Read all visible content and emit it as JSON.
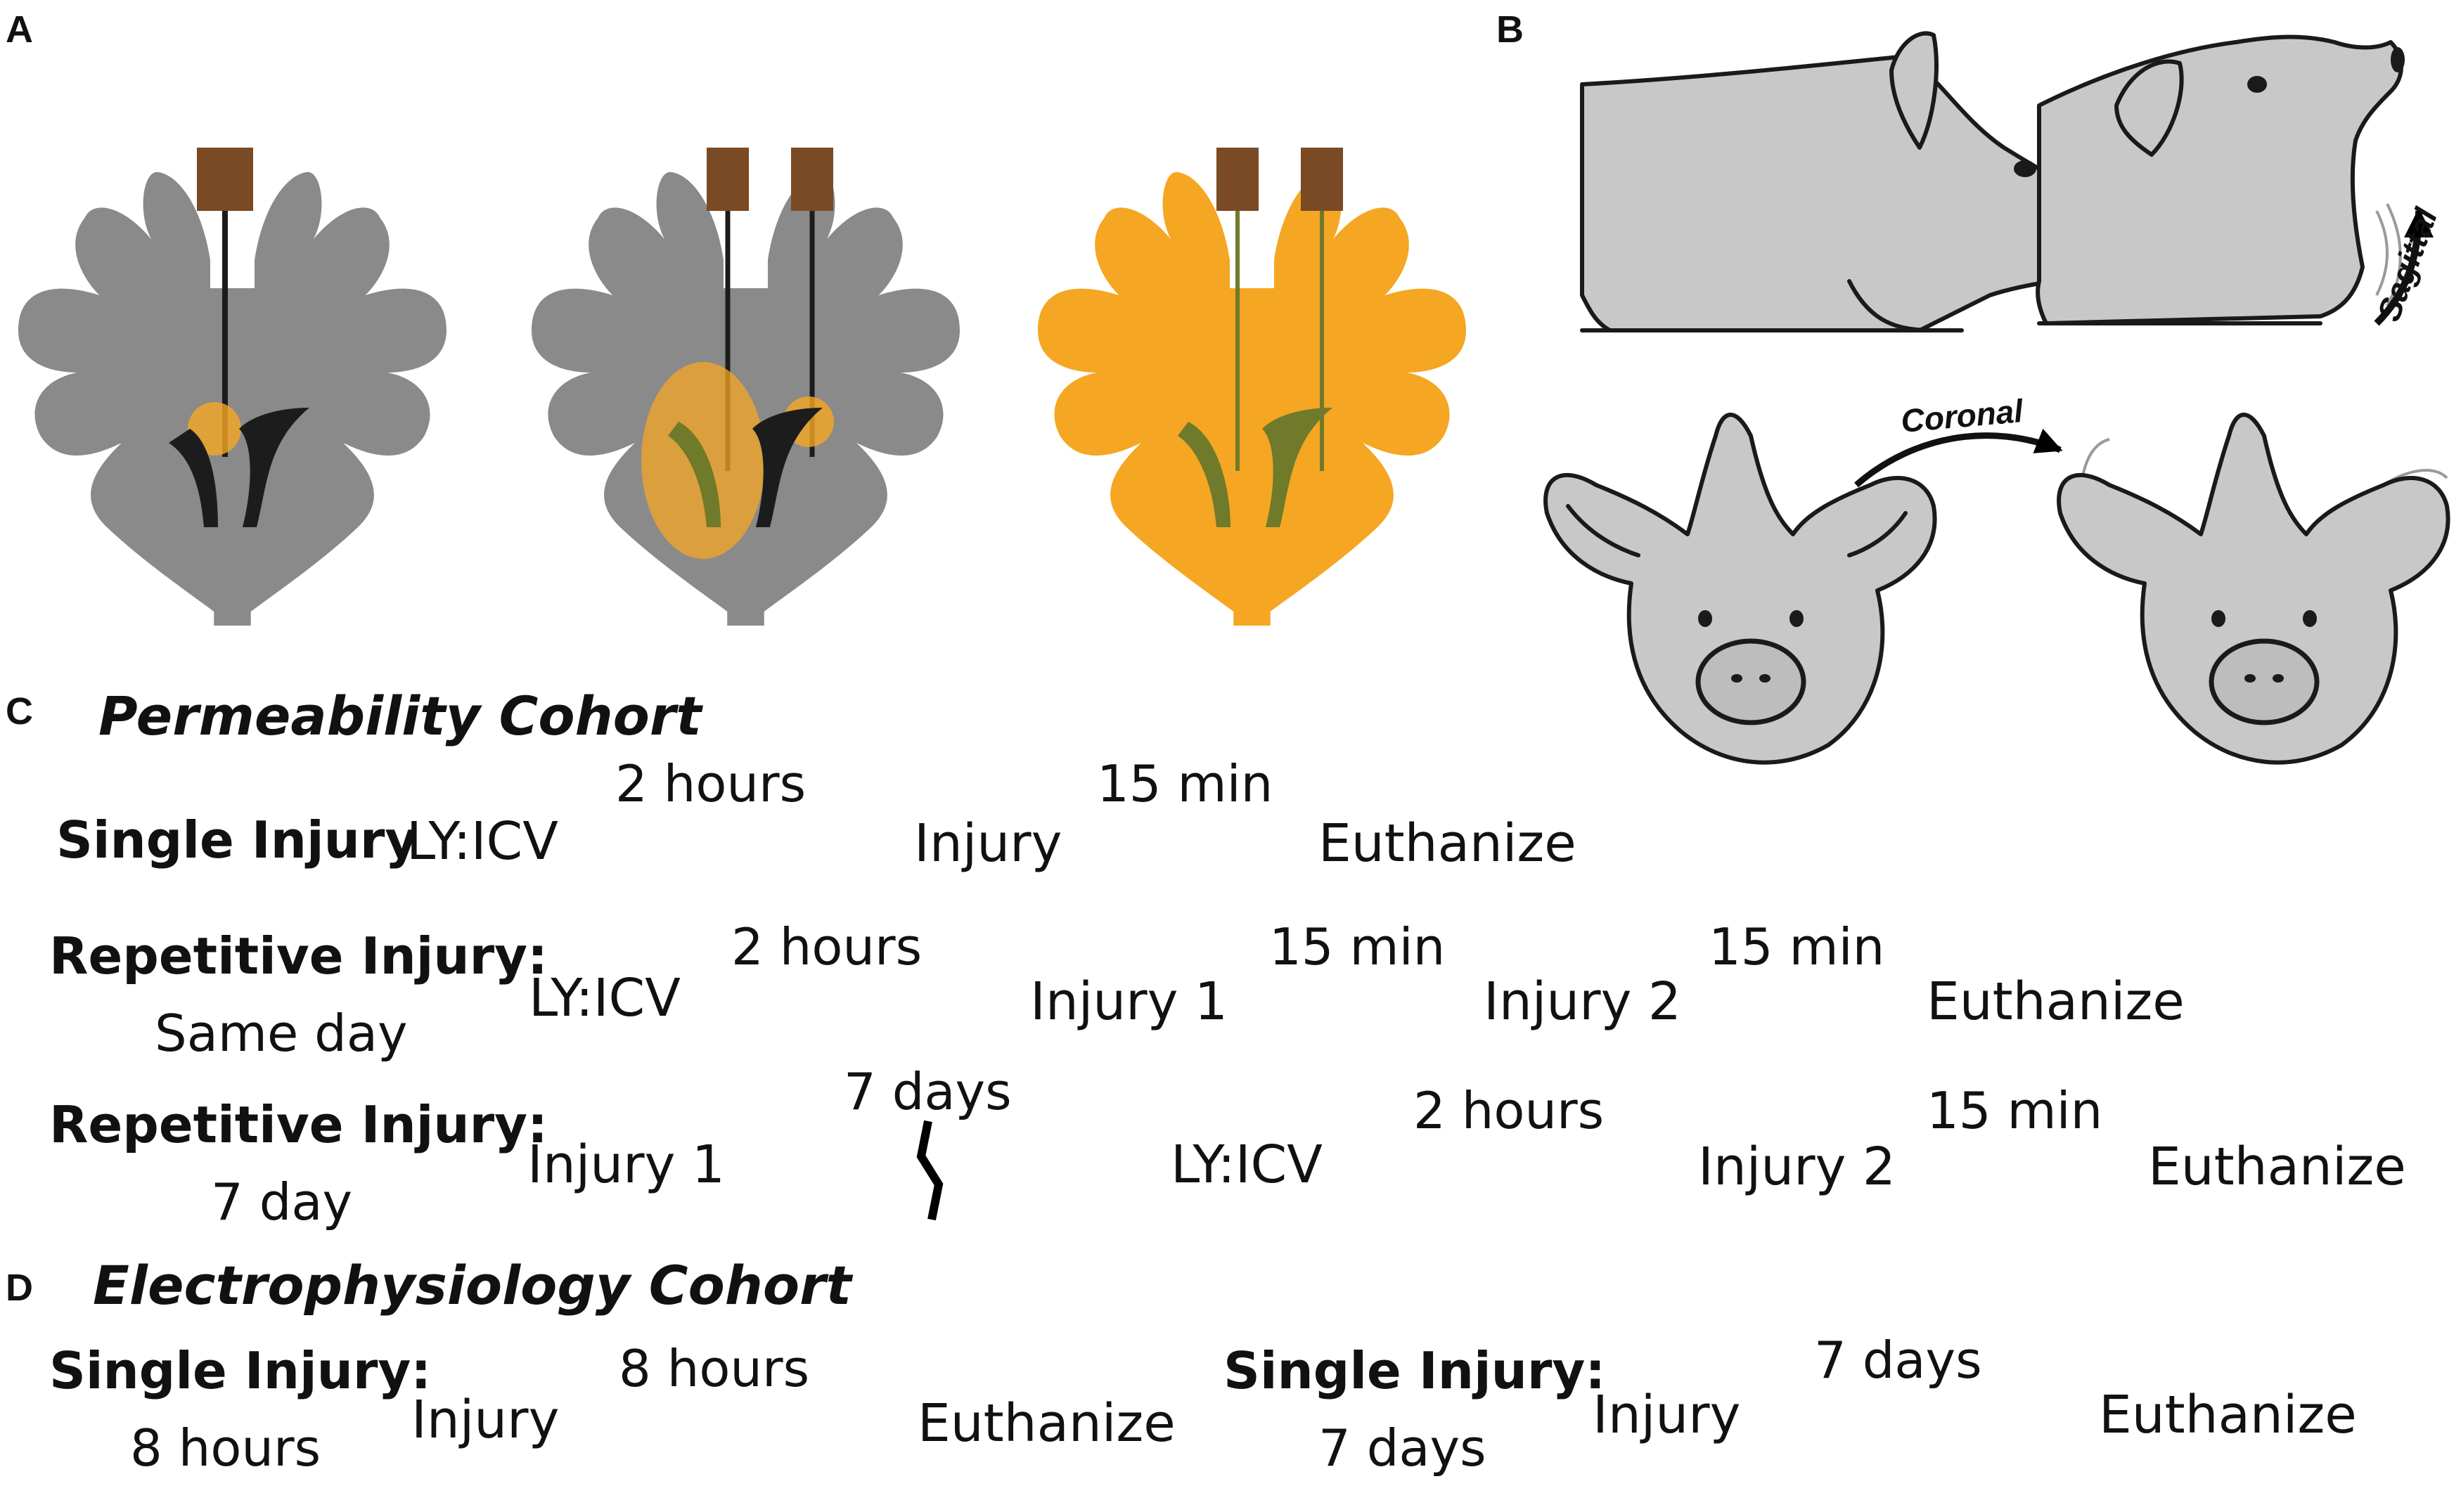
{
  "panels": {
    "a": "A",
    "b": "B",
    "c": "C",
    "d": "D"
  },
  "pig_motion": {
    "sagittal": "Sagittal",
    "coronal": "Coronal"
  },
  "permeability": {
    "title": "Permeability Cohort",
    "rows": [
      {
        "label": "Single Injury",
        "sublabel": "",
        "steps": [
          "LY:ICV",
          "Injury",
          "Euthanize"
        ],
        "intervals": [
          "2 hours",
          "15 min"
        ]
      },
      {
        "label": "Repetitive Injury:",
        "sublabel": "Same day",
        "steps": [
          "LY:ICV",
          "Injury 1",
          "Injury 2",
          "Euthanize"
        ],
        "intervals": [
          "2 hours",
          "15 min",
          "15 min"
        ]
      },
      {
        "label": "Repetitive Injury:",
        "sublabel": "7 day",
        "steps": [
          "Injury 1",
          "LY:ICV",
          "Injury 2",
          "Euthanize"
        ],
        "intervals": [
          "7 days",
          "2 hours",
          "15 min"
        ]
      }
    ]
  },
  "electrophysiology": {
    "title": "Electrophysiology Cohort",
    "rows": [
      {
        "label": "Single Injury:",
        "sublabel": "8 hours",
        "steps": [
          "Injury",
          "Euthanize"
        ],
        "intervals": [
          "8 hours"
        ]
      },
      {
        "label": "Single Injury:",
        "sublabel": "7 days",
        "steps": [
          "Injury",
          "Euthanize"
        ],
        "intervals": [
          "7 days"
        ]
      }
    ]
  },
  "colors": {
    "brain_gray": "#8a8a8a",
    "dye_orange": "#f5a623",
    "needle_hub": "#7a4a25",
    "ventricle": "#1c1c1c",
    "pig_skin": "#c8c8c8"
  }
}
